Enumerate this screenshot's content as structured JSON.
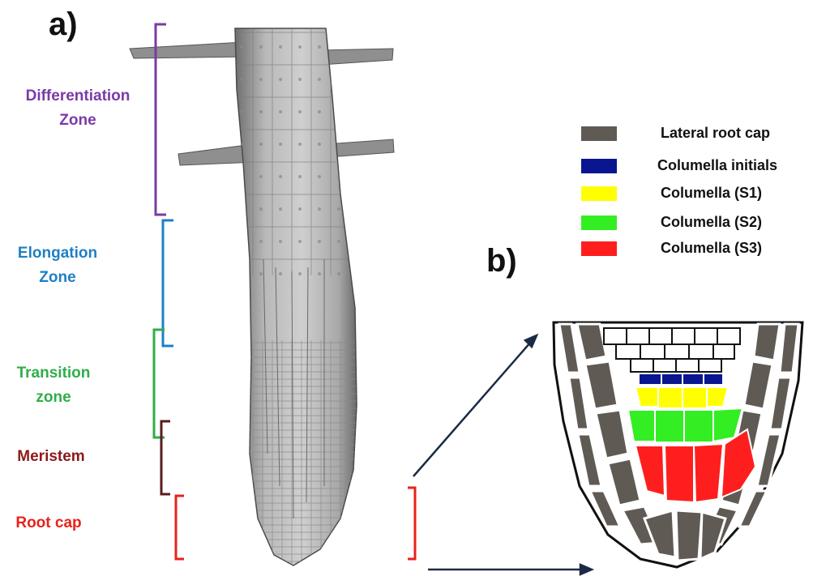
{
  "panels": {
    "a": "a)",
    "b": "b)"
  },
  "zones": [
    {
      "id": "differentiation",
      "label": "Differentiation\nZone",
      "color": "#7b3aa6"
    },
    {
      "id": "elongation",
      "label": "Elongation\nZone",
      "color": "#1f7fc4"
    },
    {
      "id": "transition",
      "label": "Transition\nzone",
      "color": "#2fae4a"
    },
    {
      "id": "meristem",
      "label": "Meristem",
      "color": "#8b1a1a"
    },
    {
      "id": "rootcap",
      "label": "Root cap",
      "color": "#e8221b"
    }
  ],
  "legend": [
    {
      "label": "Lateral root cap",
      "color": "#605a55"
    },
    {
      "label": "Columella  initials",
      "color": "#0a1690"
    },
    {
      "label": "Columella (S1)",
      "color": "#ffff00"
    },
    {
      "label": "Columella (S2)",
      "color": "#33ee22"
    },
    {
      "label": "Columella (S3)",
      "color": "#ff1e1e"
    }
  ],
  "colors": {
    "arrow": "#1b2b45",
    "root": "#9a9a9a"
  }
}
